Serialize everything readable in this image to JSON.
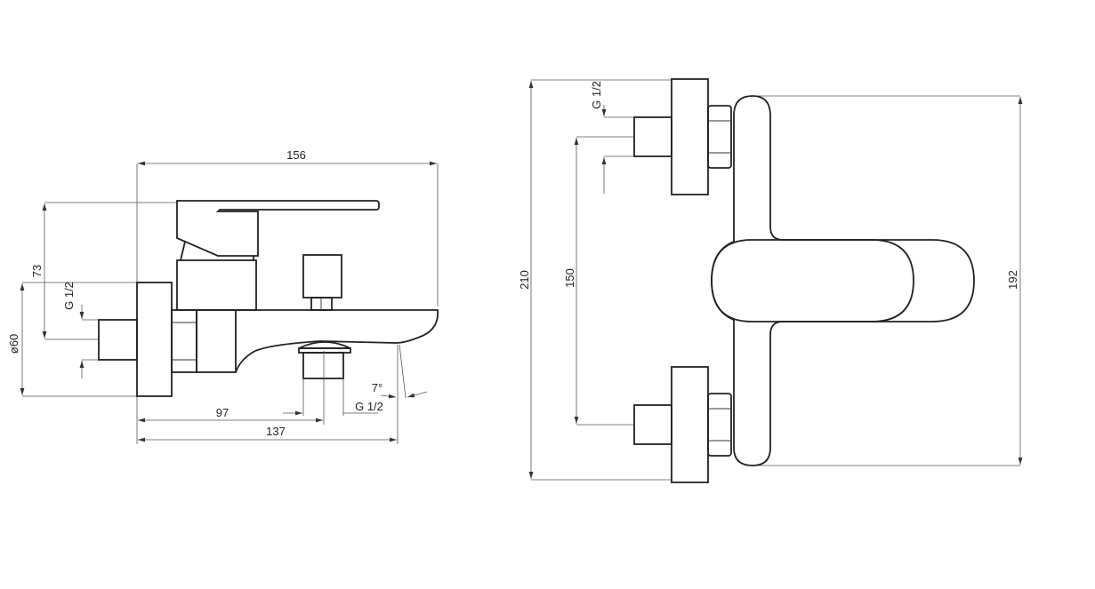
{
  "side_view": {
    "width_label": "156",
    "height_label": "73",
    "diameter_label": "ø60",
    "inlet_thread_label": "G 1/2",
    "outlet_offset_label": "97",
    "outlet_thread_label": "G 1/2",
    "depth_label": "137",
    "angle_label": "7°"
  },
  "front_view": {
    "total_height_label": "210",
    "inlet_spacing_label": "150",
    "inlet_thread_label": "G 1/2",
    "body_height_label": "192"
  }
}
